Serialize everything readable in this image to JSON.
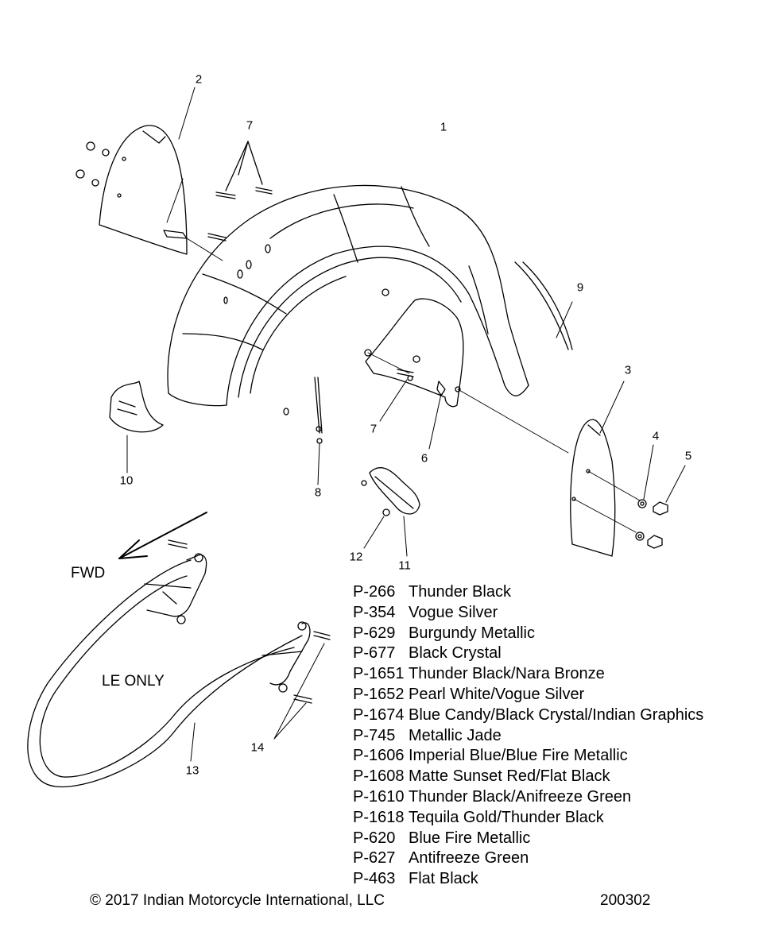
{
  "callouts": {
    "c1": "1",
    "c2": "2",
    "c3": "3",
    "c4": "4",
    "c5": "5",
    "c6": "6",
    "c7_top": "7",
    "c7_bottom": "7",
    "c8": "8",
    "c9": "9",
    "c10": "10",
    "c11": "11",
    "c12": "12",
    "c13": "13",
    "c14": "14"
  },
  "fwd_label": "FWD",
  "le_only_label": "LE ONLY",
  "paint_codes": [
    {
      "code": "P-266",
      "name": "Thunder Black"
    },
    {
      "code": "P-354",
      "name": "Vogue Silver"
    },
    {
      "code": "P-629",
      "name": "Burgundy Metallic"
    },
    {
      "code": "P-677",
      "name": "Black Crystal"
    },
    {
      "code": "P-1651",
      "name": "Thunder Black/Nara Bronze"
    },
    {
      "code": "P-1652",
      "name": "Pearl White/Vogue Silver"
    },
    {
      "code": "P-1674",
      "name": "Blue Candy/Black Crystal/Indian Graphics"
    },
    {
      "code": "P-745",
      "name": "Metallic Jade"
    },
    {
      "code": "P-1606",
      "name": "Imperial Blue/Blue Fire Metallic"
    },
    {
      "code": "P-1608",
      "name": "Matte Sunset Red/Flat Black"
    },
    {
      "code": "P-1610",
      "name": "Thunder Black/Anifreeze Green"
    },
    {
      "code": "P-1618",
      "name": "Tequila Gold/Thunder Black"
    },
    {
      "code": "P-620",
      "name": "Blue Fire Metallic"
    },
    {
      "code": "P-627",
      "name": "Antifreeze Green"
    },
    {
      "code": "P-463",
      "name": "Flat Black"
    }
  ],
  "copyright": "© 2017 Indian Motorcycle International, LLC",
  "drawing_id": "200302"
}
